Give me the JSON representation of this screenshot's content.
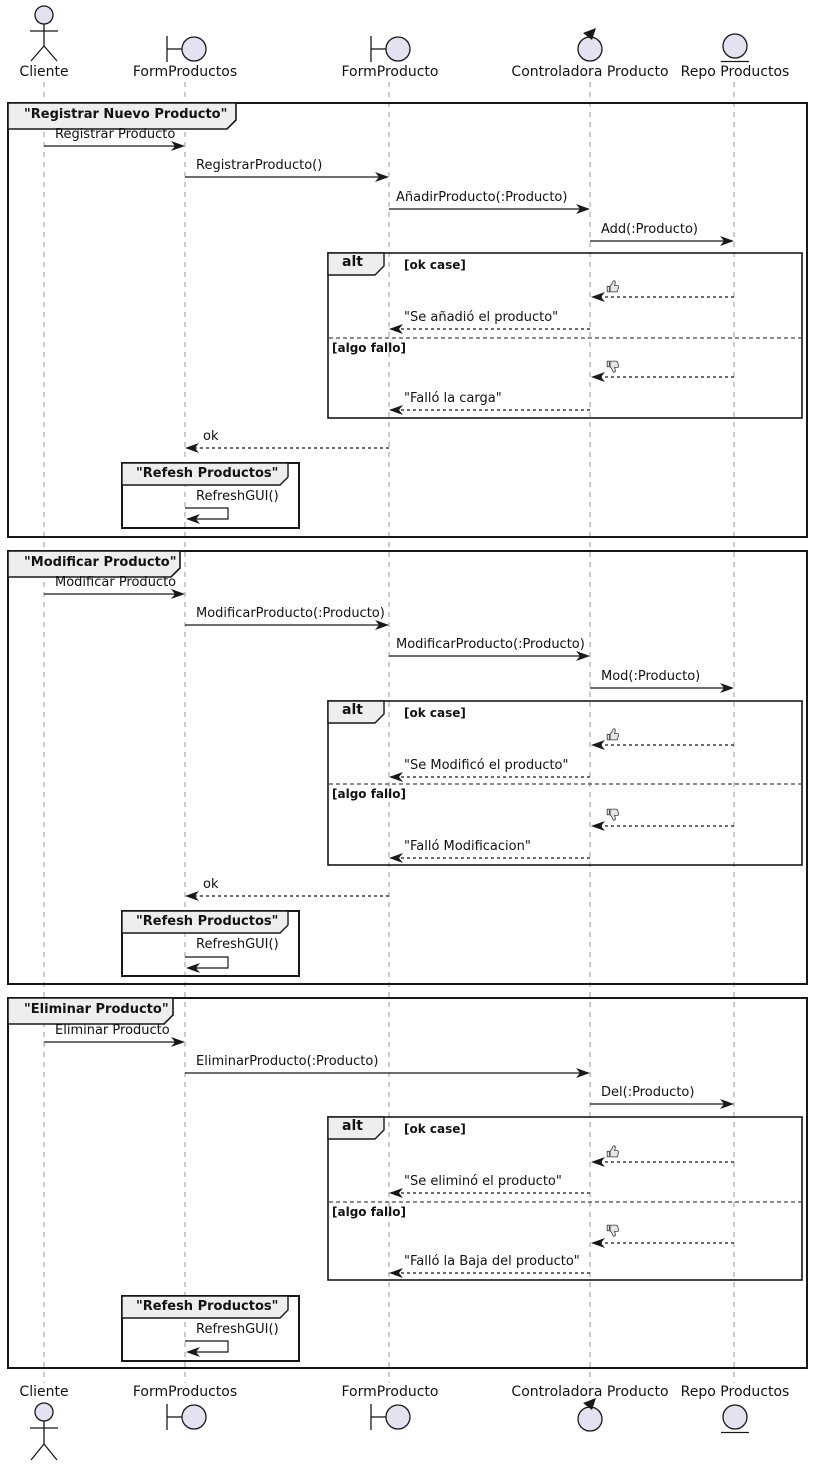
{
  "participants": {
    "cliente": "Cliente",
    "form_productos": "FormProductos",
    "form_producto": "FormProducto",
    "controladora": "Controladora Producto",
    "repo": "Repo Productos"
  },
  "colors": {
    "icon_fill": "#E2E2F0",
    "header_fill": "#EEEEEE",
    "line": "#181818",
    "lifeline": "#999999"
  },
  "frames": [
    {
      "title": "\"Registrar Nuevo Producto\"",
      "msg_request": "Registrar Producto",
      "msg_form": "RegistrarProducto()",
      "msg_controller": "AñadirProducto(:Producto)",
      "msg_repo": "Add(:Producto)",
      "alt_keyword": "alt",
      "guard_ok": "[ok case]",
      "thumbs_up": "thumbs-up",
      "msg_ok_result": "\"Se añadió el producto\"",
      "guard_fail": "[algo fallo]",
      "thumbs_down": "thumbs-down",
      "msg_fail_result": "\"Falló la carga\"",
      "msg_return": "ok",
      "refresh_title": "\"Refesh Productos\"",
      "refresh_msg": "RefreshGUI()"
    },
    {
      "title": "\"Modificar Producto\"",
      "msg_request": "Modificar Producto",
      "msg_form": "ModificarProducto(:Producto)",
      "msg_controller": "ModificarProducto(:Producto)",
      "msg_repo": "Mod(:Producto)",
      "alt_keyword": "alt",
      "guard_ok": "[ok case]",
      "thumbs_up": "thumbs-up",
      "msg_ok_result": "\"Se Modificó el producto\"",
      "guard_fail": "[algo fallo]",
      "thumbs_down": "thumbs-down",
      "msg_fail_result": "\"Falló Modificacion\"",
      "msg_return": "ok",
      "refresh_title": "\"Refesh Productos\"",
      "refresh_msg": "RefreshGUI()"
    },
    {
      "title": "\"Eliminar Producto\"",
      "msg_request": "Eliminar Producto",
      "msg_controller": "EliminarProducto(:Producto)",
      "msg_repo": "Del(:Producto)",
      "alt_keyword": "alt",
      "guard_ok": "[ok case]",
      "thumbs_up": "thumbs-up",
      "msg_ok_result": "\"Se eliminó el producto\"",
      "guard_fail": "[algo fallo]",
      "thumbs_down": "thumbs-down",
      "msg_fail_result": "\"Falló la Baja del producto\"",
      "refresh_title": "\"Refesh Productos\"",
      "refresh_msg": "RefreshGUI()"
    }
  ]
}
